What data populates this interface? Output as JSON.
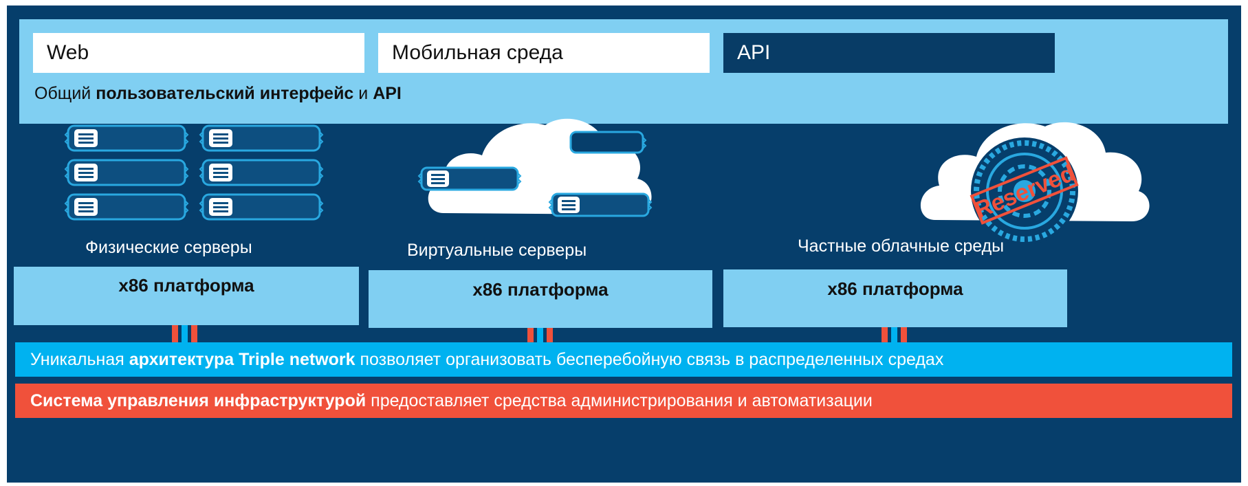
{
  "top_band": {
    "boxes": [
      "Web",
      "Мобильная среда",
      "API"
    ],
    "caption": {
      "part1": "Общий ",
      "bold1": "пользовательский интерфейс",
      "part2": " и ",
      "bold2": "API"
    }
  },
  "columns": [
    {
      "label": "Физические серверы",
      "platform": "x86 платформа"
    },
    {
      "label": "Виртуальные серверы",
      "platform": "x86 платформа"
    },
    {
      "label": "Частные облачные среды",
      "platform": "x86 платформа",
      "badge": "Reserved"
    }
  ],
  "network_bar": {
    "part1": "Уникальная ",
    "bold": "архитектура Triple network",
    "part2": " позволяет организовать бесперебойную связь в распределенных средах"
  },
  "management_bar": {
    "bold": "Система управления инфраструктурой",
    "part2": " предоставляет средства администрирования и автоматизации"
  },
  "colors": {
    "background": "#063e6b",
    "light_blue": "#80cff2",
    "cyan": "#00b2f0",
    "orange": "#f0513b"
  }
}
